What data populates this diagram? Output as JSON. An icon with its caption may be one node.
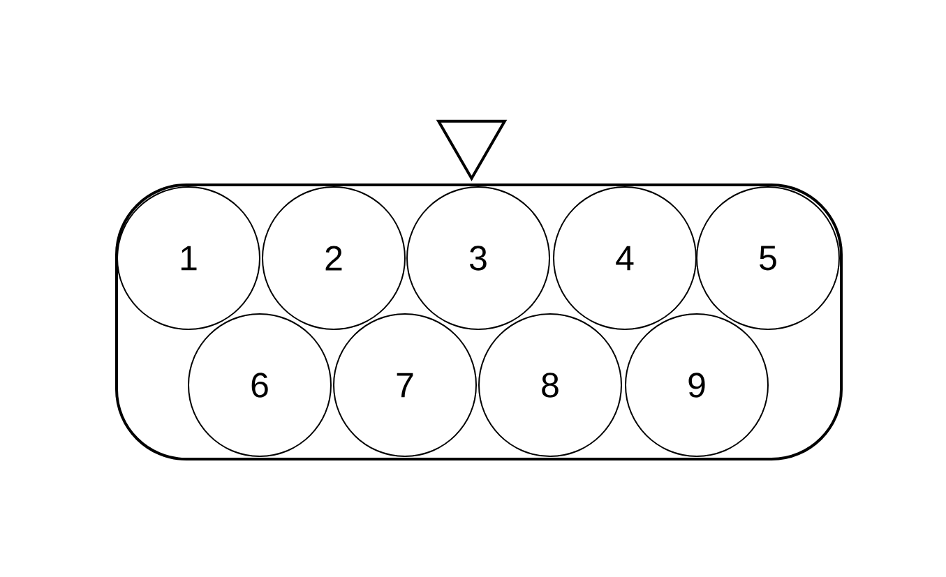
{
  "diagram": {
    "nodes": [
      {
        "text": [],
        "shape": "triangle"
      },
      {
        "text": [],
        "shape": "box"
      },
      {
        "text": [
          "1"
        ],
        "in": 1
      },
      {
        "text": [
          "2"
        ],
        "in": 1
      },
      {
        "text": [
          "3"
        ],
        "in": 1
      },
      {
        "text": [
          "4"
        ],
        "in": 1
      },
      {
        "text": [
          "5"
        ],
        "in": 1
      },
      {
        "text": [
          "6"
        ],
        "in": 1
      },
      {
        "text": [
          "7"
        ],
        "in": 1
      },
      {
        "text": [
          "8"
        ],
        "in": 1
      },
      {
        "text": [
          "9"
        ],
        "in": 1
      }
    ]
  }
}
